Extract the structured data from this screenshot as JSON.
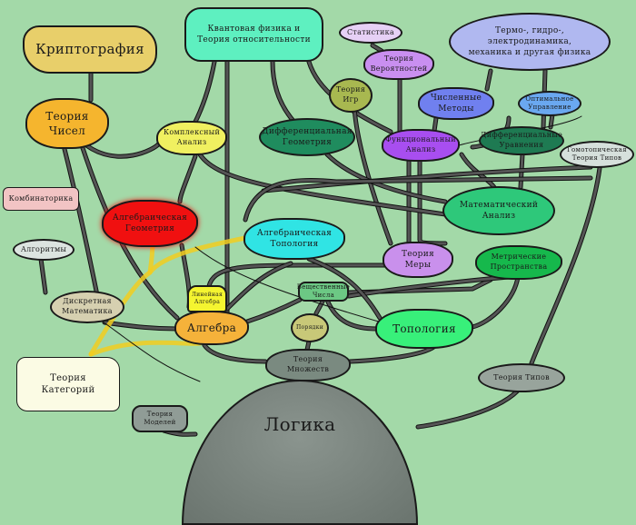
{
  "diagram": {
    "title": "Карта математики",
    "nodes": [
      {
        "id": "crypto",
        "label": "Криптография",
        "color": "#e8cf6a"
      },
      {
        "id": "number_theory",
        "label": "Теория Чисел",
        "color": "#f5b52e"
      },
      {
        "id": "quantum",
        "label": "Квантовая физика и Теория относительности",
        "color": "#5ef0c0"
      },
      {
        "id": "statistics",
        "label": "Статистика",
        "color": "#e6d0f5"
      },
      {
        "id": "probability",
        "label": "Теория Вероятностей",
        "color": "#c98ff0"
      },
      {
        "id": "physics",
        "label": "Термо-, гидро-, электродинамика, механика и другая физика",
        "color": "#b0b8f0"
      },
      {
        "id": "game_theory",
        "label": "Теория Игр",
        "color": "#a8b850"
      },
      {
        "id": "complex_analysis",
        "label": "Комплексный Анализ",
        "color": "#f0f060"
      },
      {
        "id": "diff_geometry",
        "label": "Дифференциальная Геометрия",
        "color": "#1f8c5e"
      },
      {
        "id": "numerical_methods",
        "label": "Численные Методы",
        "color": "#7080ef"
      },
      {
        "id": "optimal_control",
        "label": "Оптимальное Управление",
        "color": "#6aa8f0"
      },
      {
        "id": "functional_analysis",
        "label": "Функциональный Анализ",
        "color": "#a84ef0"
      },
      {
        "id": "diff_equations",
        "label": "Дифференциальные Уравнения",
        "color": "#1e7a52"
      },
      {
        "id": "homotopy_type",
        "label": "Гомотопическая Теория Типов",
        "color": "#d6e0dc"
      },
      {
        "id": "combinatorics",
        "label": "Комбинаторика",
        "color": "#f2c4c4"
      },
      {
        "id": "algebraic_geometry",
        "label": "Алгебраическая Геометрия",
        "color": "#f01010"
      },
      {
        "id": "math_analysis",
        "label": "Математический Анализ",
        "color": "#2ec87a"
      },
      {
        "id": "algorithms",
        "label": "Алгоритмы",
        "color": "#dce4e0"
      },
      {
        "id": "algebraic_topology",
        "label": "Алгебраическая Топология",
        "color": "#30e4e4"
      },
      {
        "id": "measure_theory",
        "label": "Теория Меры",
        "color": "#c990ec"
      },
      {
        "id": "metric_spaces",
        "label": "Метрические Пространства",
        "color": "#16b84c"
      },
      {
        "id": "discrete_math",
        "label": "Дискретная Математика",
        "color": "#d6d0b0"
      },
      {
        "id": "linear_algebra",
        "label": "Линейная Алгебра",
        "color": "#f4f430"
      },
      {
        "id": "real_numbers",
        "label": "Вещественные Числа",
        "color": "#6cc884"
      },
      {
        "id": "algebra",
        "label": "Алгебра",
        "color": "#f5b23a"
      },
      {
        "id": "orders",
        "label": "Порядки",
        "color": "#c8c878"
      },
      {
        "id": "topology",
        "label": "Топология",
        "color": "#38f07a"
      },
      {
        "id": "category_theory",
        "label": "Теория Категорий",
        "color": "#fbfbe4"
      },
      {
        "id": "set_theory",
        "label": "Теория Множеств",
        "color": "#7a8a80"
      },
      {
        "id": "type_theory",
        "label": "Теория Типов",
        "color": "#98a49c"
      },
      {
        "id": "model_theory",
        "label": "Теория Моделей",
        "color": "#909c96"
      },
      {
        "id": "logic",
        "label": "Логика",
        "color": "#7c8680"
      }
    ],
    "edge_colors": {
      "link": "#555555",
      "outline": "#111111",
      "highlight": "#f2cc20"
    }
  }
}
